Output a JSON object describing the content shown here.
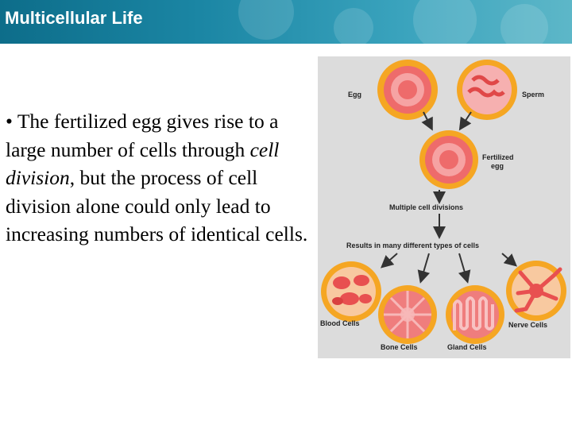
{
  "slide": {
    "title": "Multicellular Life",
    "bullet": "•",
    "text_before": "The fertilized egg gives rise to a large number of cells through ",
    "text_italic": "cell division",
    "text_after": ", but the process of cell division alone could only lead to increasing numbers of identical cells."
  },
  "diagram": {
    "labels": {
      "egg": "Egg",
      "sperm": "Sperm",
      "fertilized_1": "Fertilized",
      "fertilized_2": "egg",
      "multiple": "Multiple cell divisions",
      "results": "Results in many different types of cells",
      "blood": "Blood Cells",
      "bone": "Bone Cells",
      "gland": "Gland Cells",
      "nerve": "Nerve Cells"
    },
    "colors": {
      "panel": "#dcdcdc",
      "cell_outer": "#f5a623",
      "cell_inner": "#f06a6a",
      "arrow": "#333333"
    }
  }
}
